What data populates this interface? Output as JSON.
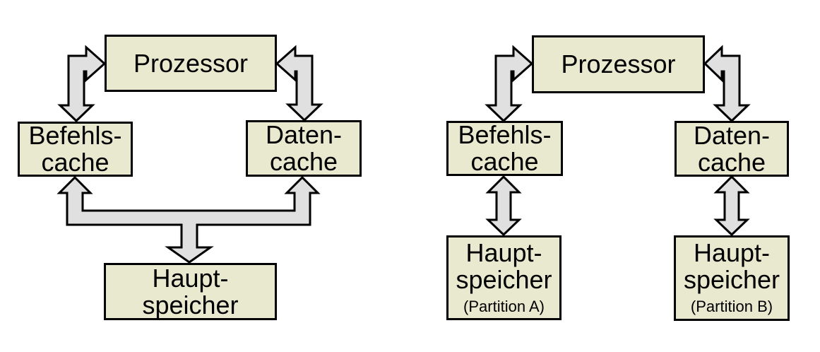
{
  "colors": {
    "background": "#ffffff",
    "box_fill": "#e9e9d0",
    "box_border": "#000000",
    "arrow_fill": "#e0e0e0",
    "arrow_border": "#000000",
    "text": "#000000"
  },
  "diagrams": [
    {
      "boxes": {
        "prozessor": {
          "label": "Prozessor"
        },
        "befehls_cache": {
          "line1": "Befehls-",
          "line2": "cache"
        },
        "daten_cache": {
          "line1": "Daten-",
          "line2": "cache"
        },
        "hauptspeicher": {
          "line1": "Haupt-",
          "line2": "speicher"
        }
      },
      "connections": [
        {
          "from": "Prozessor",
          "to": "Befehls-cache",
          "style": "bidirectional"
        },
        {
          "from": "Prozessor",
          "to": "Daten-cache",
          "style": "bidirectional"
        },
        {
          "from": "Haupt-speicher",
          "to": "Befehls-cache, Daten-cache",
          "style": "bidirectional-branched"
        }
      ]
    },
    {
      "boxes": {
        "prozessor": {
          "label": "Prozessor"
        },
        "befehls_cache": {
          "line1": "Befehls-",
          "line2": "cache"
        },
        "daten_cache": {
          "line1": "Daten-",
          "line2": "cache"
        },
        "hauptspeicher_a": {
          "line1": "Haupt-",
          "line2": "speicher",
          "note": "(Partition A)"
        },
        "hauptspeicher_b": {
          "line1": "Haupt-",
          "line2": "speicher",
          "note": "(Partition B)"
        }
      },
      "connections": [
        {
          "from": "Prozessor",
          "to": "Befehls-cache",
          "style": "bidirectional"
        },
        {
          "from": "Prozessor",
          "to": "Daten-cache",
          "style": "bidirectional"
        },
        {
          "from": "Befehls-cache",
          "to": "Haupt-speicher (Partition A)",
          "style": "bidirectional"
        },
        {
          "from": "Daten-cache",
          "to": "Haupt-speicher (Partition B)",
          "style": "bidirectional"
        }
      ]
    }
  ]
}
